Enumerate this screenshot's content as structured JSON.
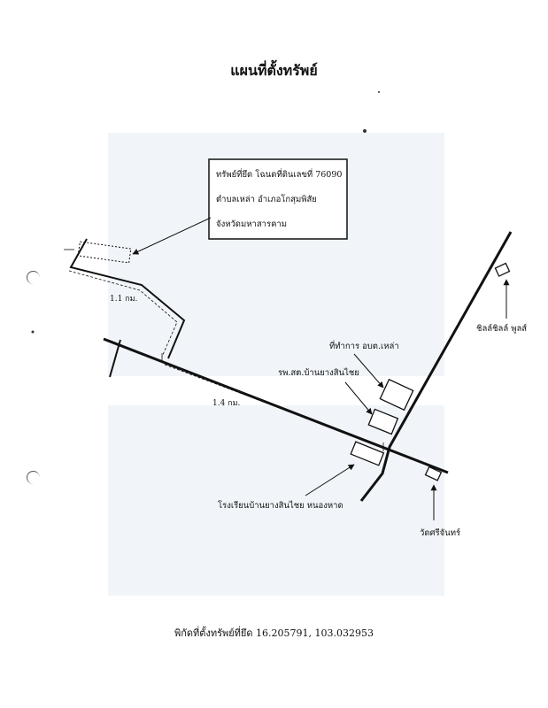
{
  "title": "แผนที่ตั้งทรัพย์",
  "property_box": {
    "line1": "ทรัพย์ที่ยึด โฉนดที่ดินเลขที่ 76090",
    "line2": "ตำบลเหล่า   อำเภอโกสุมพิสัย",
    "line3": "จังหวัดมหาสารคาม"
  },
  "distances": {
    "first": "1.1 กม.",
    "second": "1.4 กม."
  },
  "landmarks": {
    "office": "ที่ทำการ อบต.เหล่า",
    "health_center": "รพ.สต.บ้านยางสินไชย",
    "school": "โรงเรียนบ้านยางสินไชย หนองหาด",
    "temple": "วัดศรีจันทร์",
    "shop": "ชิลล์ชิลล์ พูลส์"
  },
  "coordinates_text": "พิกัดที่ตั้งทรัพย์ที่ยึด 16.205791, 103.032953",
  "colors": {
    "ink": "#111111",
    "faded_background": "#e6ecf4"
  }
}
